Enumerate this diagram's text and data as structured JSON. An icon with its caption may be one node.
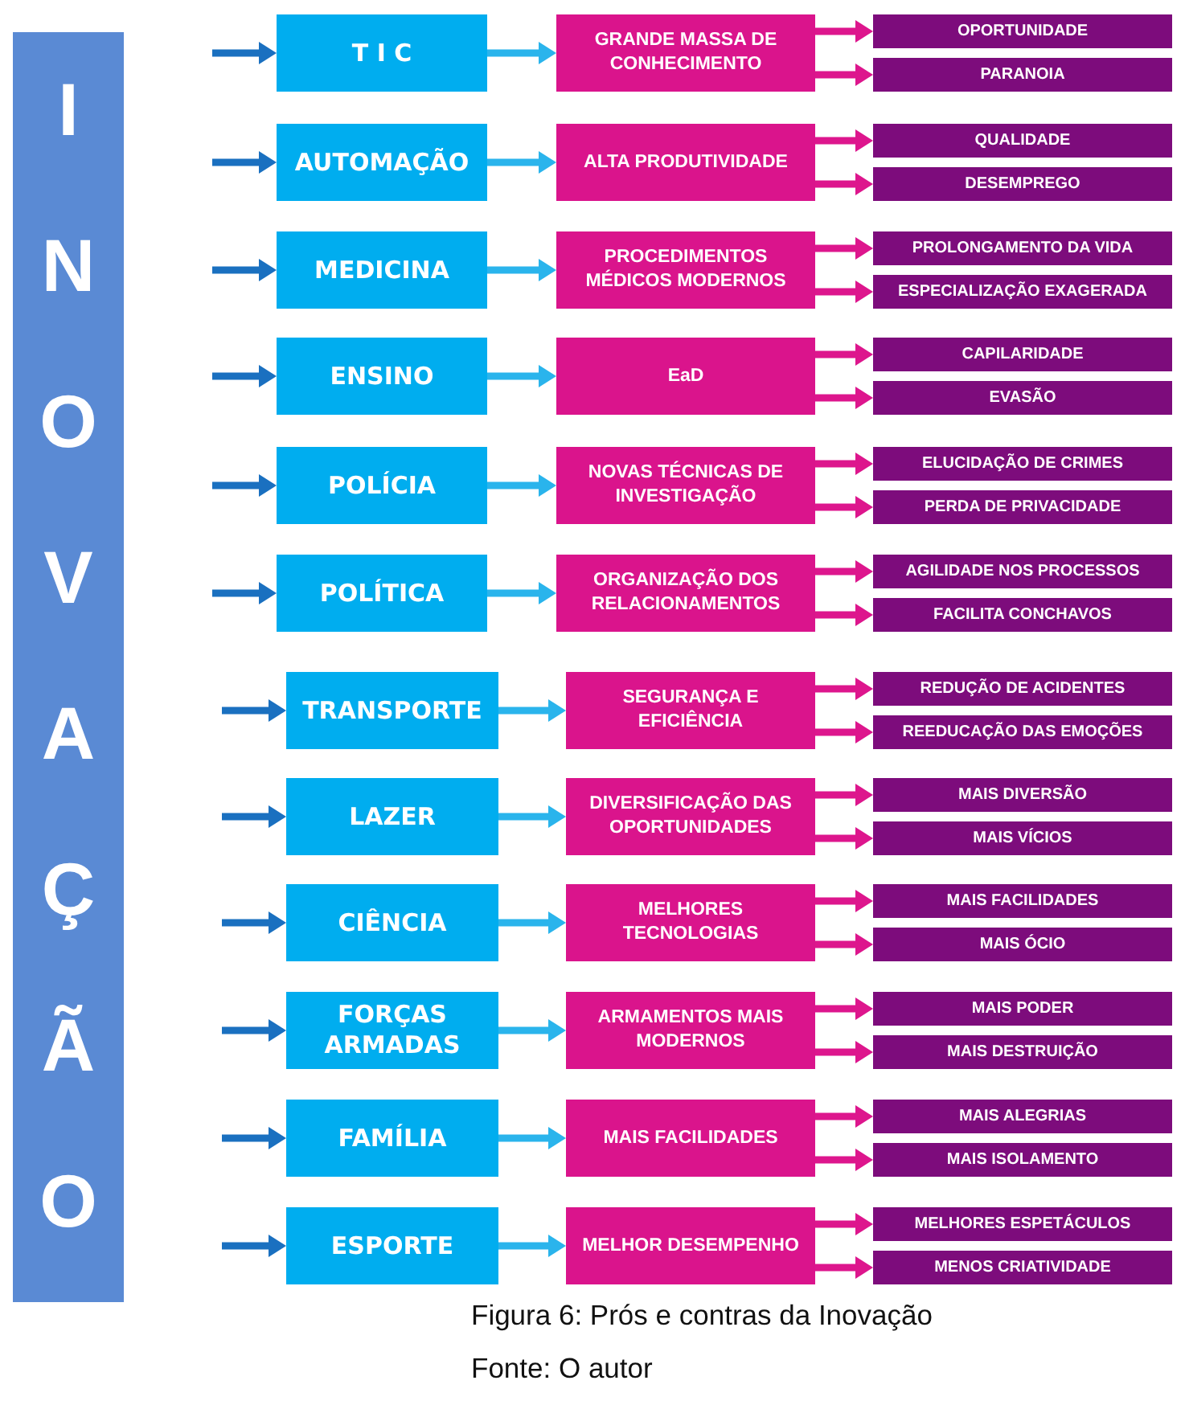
{
  "diagram": {
    "caption": "Figura 6: Prós e contras da Inovação",
    "nodes": [
      {
        "text": [
          "INOVAÇÃO"
        ]
      },
      {
        "text": [
          "T I C"
        ]
      },
      {
        "text": [
          "GRANDE MASSA DE CONHECIMENTO"
        ]
      },
      {
        "text": [
          "OPORTUNIDADE"
        ]
      },
      {
        "text": [
          "PARANOIA"
        ]
      },
      {
        "text": [
          "AUTOMAÇÃO"
        ]
      },
      {
        "text": [
          "ALTA PRODUTIVIDADE"
        ]
      },
      {
        "text": [
          "QUALIDADE"
        ]
      },
      {
        "text": [
          "DESEMPREGO"
        ]
      },
      {
        "text": [
          "MEDICINA"
        ]
      },
      {
        "text": [
          "PROCEDIMENTOS MÉDICOS MODERNOS"
        ]
      },
      {
        "text": [
          "PROLONGAMENTO DA VIDA"
        ]
      },
      {
        "text": [
          "ESPECIALIZAÇÃO EXAGERADA"
        ]
      },
      {
        "text": [
          "ENSINO"
        ]
      },
      {
        "text": [
          "EaD"
        ]
      },
      {
        "text": [
          "CAPILARIDADE"
        ]
      },
      {
        "text": [
          "EVASÃO"
        ]
      },
      {
        "text": [
          "POLÍCIA"
        ]
      },
      {
        "text": [
          "NOVAS TÉCNICAS DE INVESTIGAÇÃO"
        ]
      },
      {
        "text": [
          "ELUCIDAÇÃO DE CRIMES"
        ]
      },
      {
        "text": [
          "PERDA DE PRIVACIDADE"
        ]
      },
      {
        "text": [
          "POLÍTICA"
        ]
      },
      {
        "text": [
          "ORGANIZAÇÃO DOS RELACIONAMENTOS"
        ]
      },
      {
        "text": [
          "AGILIDADE NOS PROCESSOS"
        ]
      },
      {
        "text": [
          "FACILITA CONCHAVOS"
        ]
      },
      {
        "text": [
          "TRANSPORTE"
        ]
      },
      {
        "text": [
          "SEGURANÇA E EFICIÊNCIA"
        ]
      },
      {
        "text": [
          "REDUÇÃO DE ACIDENTES"
        ]
      },
      {
        "text": [
          "REEDUCAÇÃO DAS EMOÇÕES"
        ]
      },
      {
        "text": [
          "LAZER"
        ]
      },
      {
        "text": [
          "DIVERSIFICAÇÃO DAS OPORTUNIDADES"
        ]
      },
      {
        "text": [
          "MAIS DIVERSÃO"
        ]
      },
      {
        "text": [
          "MAIS VÍCIOS"
        ]
      },
      {
        "text": [
          "CIÊNCIA"
        ]
      },
      {
        "text": [
          "MELHORES TECNOLOGIAS"
        ]
      },
      {
        "text": [
          "MAIS FACILIDADES"
        ]
      },
      {
        "text": [
          "MAIS ÓCIO"
        ]
      },
      {
        "text": [
          "FORÇAS ARMADAS"
        ]
      },
      {
        "text": [
          "ARMAMENTOS MAIS MODERNOS"
        ]
      },
      {
        "text": [
          "MAIS PODER"
        ]
      },
      {
        "text": [
          "MAIS DESTRUIÇÃO"
        ]
      },
      {
        "text": [
          "FAMÍLIA"
        ]
      },
      {
        "text": [
          "MAIS FACILIDADES"
        ]
      },
      {
        "text": [
          "MAIS ALEGRIAS"
        ]
      },
      {
        "text": [
          "MAIS ISOLAMENTO"
        ]
      },
      {
        "text": [
          "ESPORTE"
        ]
      },
      {
        "text": [
          "MELHOR DESEMPENHO"
        ]
      },
      {
        "text": [
          "MELHORES ESPETÁCULOS"
        ]
      },
      {
        "text": [
          "MENOS CRIATIVIDADE"
        ]
      }
    ],
    "edges": [
      {
        "from": null,
        "to": 1,
        "arrow": "to",
        "color": "#1a70c0"
      },
      {
        "from": 1,
        "to": 2,
        "arrow": "to",
        "color": "#2ab4ec"
      },
      {
        "from": 2,
        "to": 3,
        "arrow": "to"
      },
      {
        "from": 2,
        "to": 4,
        "arrow": "to"
      },
      {
        "from": null,
        "to": 5,
        "arrow": "to",
        "color": "#1a70c0"
      },
      {
        "from": 5,
        "to": 6,
        "arrow": "to",
        "color": "#2ab4ec"
      },
      {
        "from": 6,
        "to": 7,
        "arrow": "to"
      },
      {
        "from": 6,
        "to": 8,
        "arrow": "to"
      },
      {
        "from": null,
        "to": 9,
        "arrow": "to",
        "color": "#1a70c0"
      },
      {
        "from": 9,
        "to": 10,
        "arrow": "to",
        "color": "#2ab4ec"
      },
      {
        "from": 10,
        "to": 11,
        "arrow": "to"
      },
      {
        "from": 10,
        "to": 12,
        "arrow": "to"
      },
      {
        "from": null,
        "to": 13,
        "arrow": "to",
        "color": "#1a70c0"
      },
      {
        "from": 13,
        "to": 14,
        "arrow": "to",
        "color": "#2ab4ec"
      },
      {
        "from": 14,
        "to": 15,
        "arrow": "to"
      },
      {
        "from": 14,
        "to": 16,
        "arrow": "to"
      },
      {
        "from": null,
        "to": 17,
        "arrow": "to",
        "color": "#1a70c0"
      },
      {
        "from": 17,
        "to": 18,
        "arrow": "to",
        "color": "#2ab4ec"
      },
      {
        "from": 18,
        "to": 19,
        "arrow": "to"
      },
      {
        "from": 18,
        "to": 20,
        "arrow": "to"
      },
      {
        "from": null,
        "to": 21,
        "arrow": "to",
        "color": "#1a70c0"
      },
      {
        "from": 21,
        "to": 22,
        "arrow": "to",
        "color": "#2ab4ec"
      },
      {
        "from": 22,
        "to": 23,
        "arrow": "to"
      },
      {
        "from": 22,
        "to": 24,
        "arrow": "to"
      },
      {
        "from": null,
        "to": 25,
        "arrow": "to",
        "color": "#1a70c0"
      },
      {
        "from": 25,
        "to": 26,
        "arrow": "to",
        "color": "#2ab4ec"
      },
      {
        "from": 26,
        "to": 27,
        "arrow": "to"
      },
      {
        "from": 26,
        "to": 28,
        "arrow": "to"
      },
      {
        "from": null,
        "to": 29,
        "arrow": "to",
        "color": "#1a70c0"
      },
      {
        "from": 29,
        "to": 30,
        "arrow": "to",
        "color": "#2ab4ec"
      },
      {
        "from": 30,
        "to": 31,
        "arrow": "to"
      },
      {
        "from": 30,
        "to": 32,
        "arrow": "to"
      },
      {
        "from": null,
        "to": 33,
        "arrow": "to",
        "color": "#1a70c0"
      },
      {
        "from": 33,
        "to": 34,
        "arrow": "to",
        "color": "#2ab4ec"
      },
      {
        "from": 34,
        "to": 35,
        "arrow": "to"
      },
      {
        "from": 34,
        "to": 36,
        "arrow": "to"
      },
      {
        "from": null,
        "to": 37,
        "arrow": "to",
        "color": "#1a70c0"
      },
      {
        "from": 37,
        "to": 38,
        "arrow": "to",
        "color": "#2ab4ec"
      },
      {
        "from": 38,
        "to": 39,
        "arrow": "to"
      },
      {
        "from": 38,
        "to": 40,
        "arrow": "to"
      },
      {
        "from": null,
        "to": 41,
        "arrow": "to",
        "color": "#1a70c0"
      },
      {
        "from": 41,
        "to": 42,
        "arrow": "to",
        "color": "#2ab4ec"
      },
      {
        "from": 42,
        "to": 43,
        "arrow": "to"
      },
      {
        "from": 42,
        "to": 44,
        "arrow": "to"
      },
      {
        "from": null,
        "to": 45,
        "arrow": "to",
        "color": "#1a70c0"
      },
      {
        "from": 45,
        "to": 46,
        "arrow": "to",
        "color": "#2ab4ec"
      },
      {
        "from": 46,
        "to": 47,
        "arrow": "to"
      },
      {
        "from": 46,
        "to": 48,
        "arrow": "to"
      }
    ],
    "labels": [
      "Fonte: O autor"
    ]
  }
}
